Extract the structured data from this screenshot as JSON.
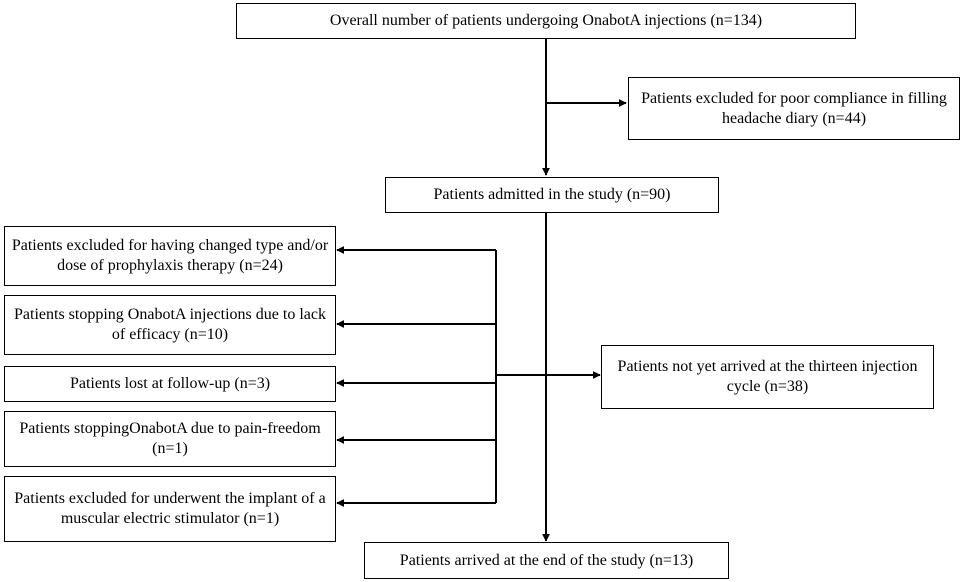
{
  "boxes": {
    "total": "Overall number of patients undergoing OnabotA injections (n=134)",
    "excluded_diary": "Patients excluded for poor compliance in filling headache diary (n=44)",
    "admitted": "Patients admitted in the study (n=90)",
    "excluded_prophylaxis": "Patients excluded for having changed type and/or dose of prophylaxis therapy (n=24)",
    "stopped_efficacy": "Patients stopping OnabotA injections due to lack of efficacy (n=10)",
    "lost_followup": "Patients lost at follow-up (n=3)",
    "stopped_painfree": "Patients stoppingOnabotA due to pain-freedom (n=1)",
    "excluded_stimulator": "Patients excluded for underwent the implant of a muscular electric stimulator (n=1)",
    "not_arrived": "Patients not yet arrived at the thirteen injection cycle (n=38)",
    "arrived_end": "Patients arrived at the end of the study (n=13)"
  }
}
